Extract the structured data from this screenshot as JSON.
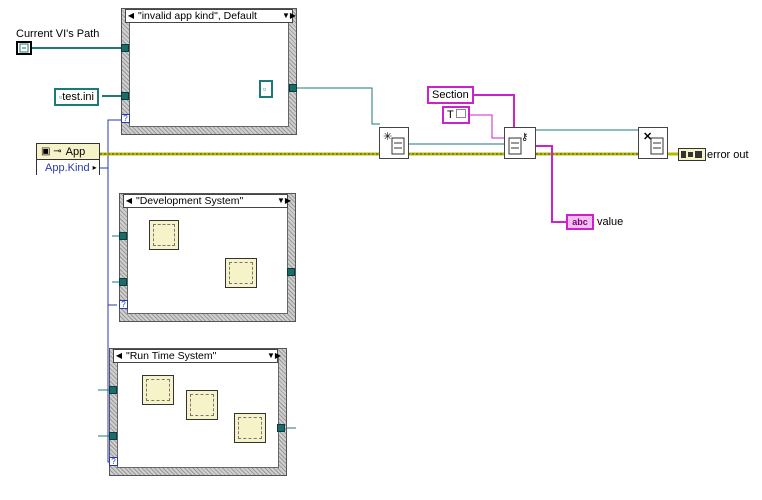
{
  "diagram": {
    "current_vi_path_label": "Current VI's Path",
    "test_ini_const": "test.ini",
    "app_ref_label": "App",
    "app_property": "App.Kind",
    "case_top_selector": "\"invalid app kind\", Default",
    "case_mid_selector": "\"Development System\"",
    "case_bot_selector": "\"Run Time System\"",
    "section_const": "Section",
    "bool_const": "T",
    "value_label": "value",
    "value_indicator": "abc",
    "error_out_label": "error out",
    "question_mark": "?",
    "wire_colors": {
      "path": "#1c7a7a",
      "string": "#cc22cc",
      "error": "#b8b800",
      "refnum": "#2a3aa8"
    }
  }
}
